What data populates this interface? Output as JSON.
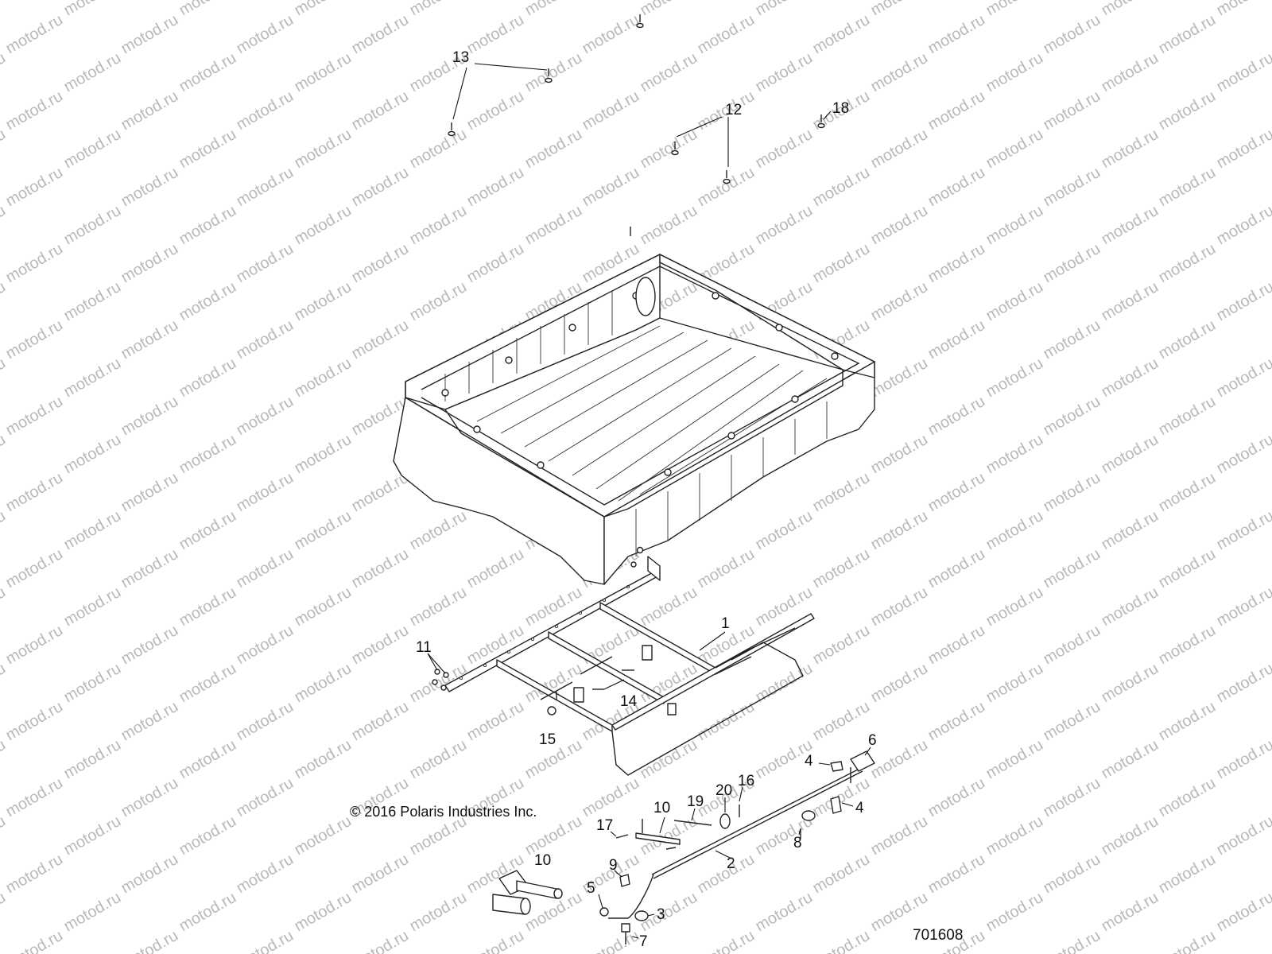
{
  "watermark": "motod.ru",
  "copyright": "© 2016 Polaris Industries Inc.",
  "drawing_number": "701608",
  "callouts": [
    {
      "id": "13",
      "label": "13"
    },
    {
      "id": "12",
      "label": "12"
    },
    {
      "id": "18",
      "label": "18"
    },
    {
      "id": "1",
      "label": "1"
    },
    {
      "id": "11",
      "label": "11"
    },
    {
      "id": "14",
      "label": "14"
    },
    {
      "id": "15",
      "label": "15"
    },
    {
      "id": "6",
      "label": "6"
    },
    {
      "id": "4a",
      "label": "4"
    },
    {
      "id": "4b",
      "label": "4"
    },
    {
      "id": "20",
      "label": "20"
    },
    {
      "id": "16",
      "label": "16"
    },
    {
      "id": "19",
      "label": "19"
    },
    {
      "id": "10a",
      "label": "10"
    },
    {
      "id": "17",
      "label": "17"
    },
    {
      "id": "8",
      "label": "8"
    },
    {
      "id": "2",
      "label": "2"
    },
    {
      "id": "10b",
      "label": "10"
    },
    {
      "id": "9",
      "label": "9"
    },
    {
      "id": "5",
      "label": "5"
    },
    {
      "id": "3",
      "label": "3"
    },
    {
      "id": "7",
      "label": "7"
    }
  ]
}
